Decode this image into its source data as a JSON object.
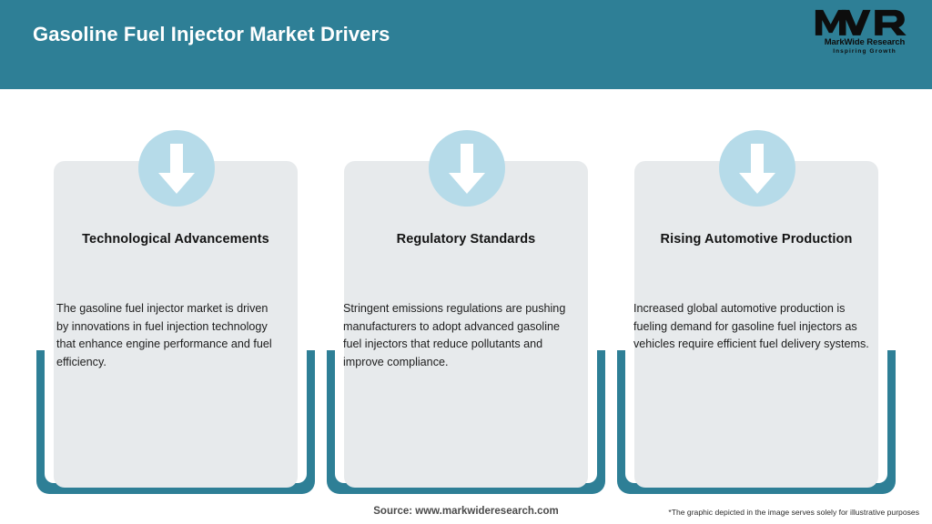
{
  "header": {
    "title": "Gasoline Fuel Injector Market Drivers",
    "band_color": "#2e7f96",
    "title_color": "#ffffff"
  },
  "logo": {
    "mark": "MWR",
    "name": "MarkWide Research",
    "tagline": "Inspiring Growth",
    "color": "#0d0d0d"
  },
  "theme": {
    "accent": "#2e7f96",
    "card_background": "#e7eaec",
    "icon_circle": "#b6dbe9",
    "arrow": "#ffffff",
    "body_text": "#1d1d1d"
  },
  "cards": [
    {
      "icon": "arrow-down-icon",
      "title": "Technological Advancements",
      "body": "The gasoline fuel injector market is driven by innovations in fuel injection technology that enhance engine performance and fuel efficiency."
    },
    {
      "icon": "arrow-down-icon",
      "title": "Regulatory Standards",
      "body": "Stringent emissions regulations are pushing manufacturers to adopt advanced gasoline fuel injectors that reduce pollutants and improve compliance."
    },
    {
      "icon": "arrow-down-icon",
      "title": "Rising Automotive Production",
      "body": "Increased global automotive production is fueling demand for gasoline fuel injectors as vehicles require efficient fuel delivery systems."
    }
  ],
  "footer": {
    "source": "Source: www.markwideresearch.com",
    "disclaimer": "*The graphic depicted in the image serves solely for illustrative purposes"
  }
}
